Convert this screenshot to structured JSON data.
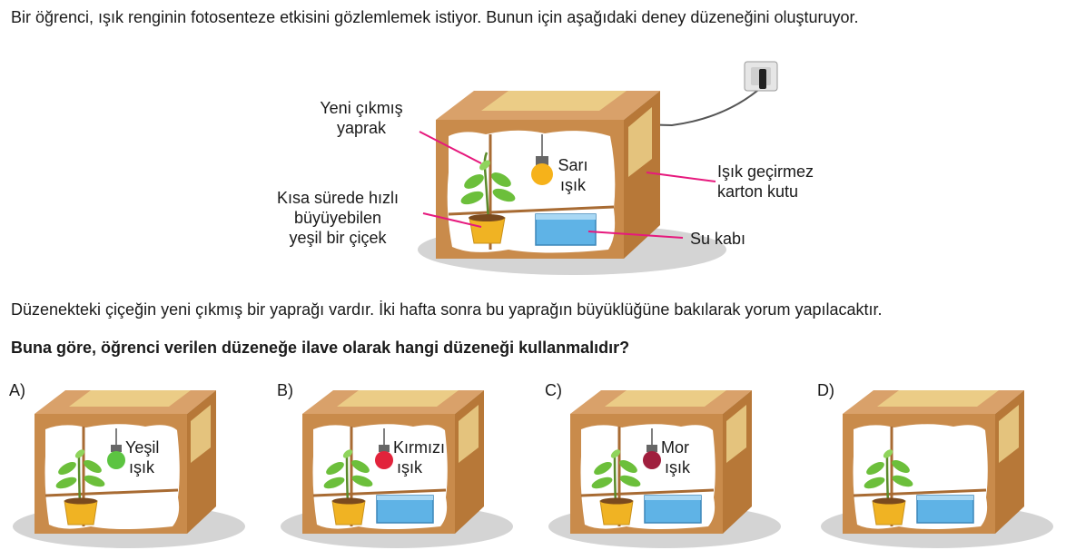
{
  "question": {
    "intro": "Bir öğrenci, ışık renginin fotosenteze etkisini gözlemlemek istiyor. Bunun için aşağıdaki deney düzeneğini oluşturuyor.",
    "description": "Düzenekteki çiçeğin yeni çıkmış bir yaprağı vardır. İki hafta sonra bu yaprağın büyüklüğüne bakılarak yorum yapılacaktır.",
    "prompt": "Buna göre, öğrenci verilen düzeneğe ilave olarak hangi düzeneği kullanmalıdır?"
  },
  "main_figure": {
    "label_leaf_1": "Yeni çıkmış",
    "label_leaf_2": "yaprak",
    "label_plant_1": "Kısa sürede hızlı",
    "label_plant_2": "büyüyebilen",
    "label_plant_3": "yeşil bir çiçek",
    "label_light_1": "Sarı",
    "label_light_2": "ışık",
    "label_box_1": "Işık geçirmez",
    "label_box_2": "karton kutu",
    "label_water": "Su kabı",
    "bulb_color": "#f6b21a"
  },
  "options": [
    {
      "letter": "A)",
      "light_1": "Yeşil",
      "light_2": "ışık",
      "bulb_color": "#5cc441",
      "has_water": false
    },
    {
      "letter": "B)",
      "light_1": "Kırmızı",
      "light_2": "ışık",
      "bulb_color": "#e2233b",
      "has_water": true
    },
    {
      "letter": "C)",
      "light_1": "Mor",
      "light_2": "ışık",
      "bulb_color": "#a01f3e",
      "has_water": true
    },
    {
      "letter": "D)",
      "light_1": "",
      "light_2": "",
      "bulb_color": "",
      "has_water": true
    }
  ],
  "colors": {
    "box": "#c98b4b",
    "box_dark": "#a86b33",
    "tape": "#ecd08a",
    "pointer": "#e6197d",
    "water": "#5fb3e6",
    "pot": "#f0b323"
  }
}
